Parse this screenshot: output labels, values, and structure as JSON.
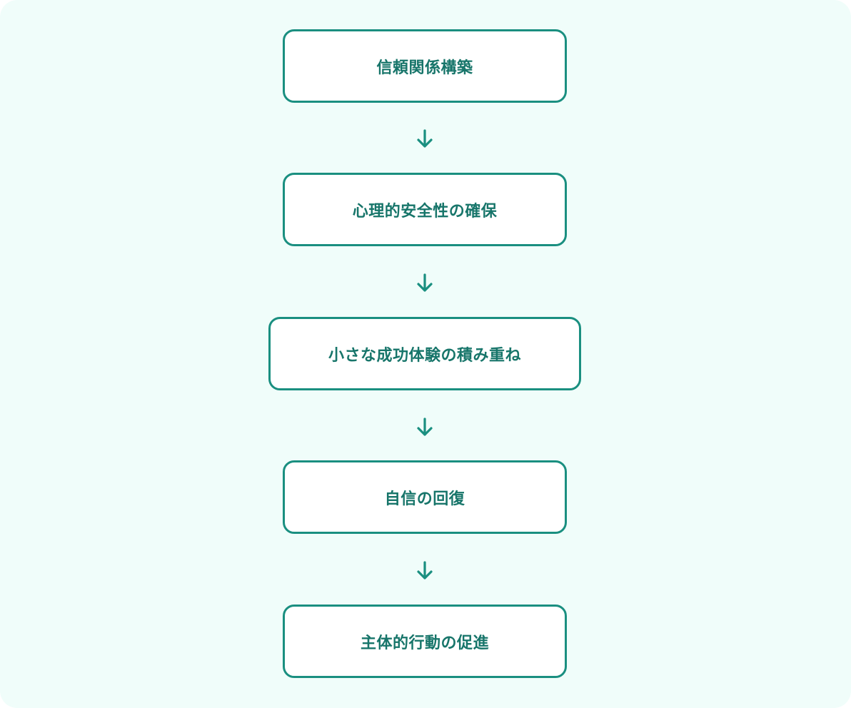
{
  "flow": {
    "steps": [
      {
        "label": "信頼関係構築"
      },
      {
        "label": "心理的安全性の確保"
      },
      {
        "label": "小さな成功体験の積み重ね"
      },
      {
        "label": "自信の回復"
      },
      {
        "label": "主体的行動の促進"
      }
    ],
    "arrow_icon": "arrow-down-icon",
    "colors": {
      "background": "#f0fdfa",
      "border": "#1a8f80",
      "text": "#17756a",
      "arrow": "#1a8f80"
    }
  }
}
